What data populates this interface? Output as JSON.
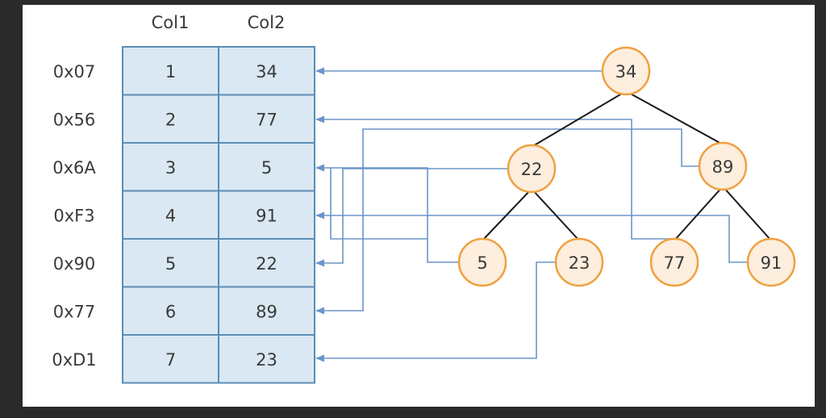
{
  "table": {
    "columns": [
      "Col1",
      "Col2"
    ],
    "rows": [
      {
        "address": "0x07",
        "col1": "1",
        "col2": "34"
      },
      {
        "address": "0x56",
        "col1": "2",
        "col2": "77"
      },
      {
        "address": "0x6A",
        "col1": "3",
        "col2": "5"
      },
      {
        "address": "0xF3",
        "col1": "4",
        "col2": "91"
      },
      {
        "address": "0x90",
        "col1": "5",
        "col2": "22"
      },
      {
        "address": "0x77",
        "col1": "6",
        "col2": "89"
      },
      {
        "address": "0xD1",
        "col1": "7",
        "col2": "23"
      }
    ]
  },
  "tree": {
    "nodes": [
      {
        "id": "n34",
        "label": "34",
        "level": 0,
        "row": 0
      },
      {
        "id": "n22",
        "label": "22",
        "level": 1,
        "row": 4
      },
      {
        "id": "n89",
        "label": "89",
        "level": 1,
        "row": 5
      },
      {
        "id": "n5",
        "label": "5",
        "level": 2,
        "row": 2
      },
      {
        "id": "n23",
        "label": "23",
        "level": 2,
        "row": 6
      },
      {
        "id": "n77",
        "label": "77",
        "level": 2,
        "row": 1
      },
      {
        "id": "n91",
        "label": "91",
        "level": 2,
        "row": 3
      }
    ],
    "edges": [
      [
        "n34",
        "n22"
      ],
      [
        "n34",
        "n89"
      ],
      [
        "n22",
        "n5"
      ],
      [
        "n22",
        "n23"
      ],
      [
        "n89",
        "n77"
      ],
      [
        "n89",
        "n91"
      ]
    ]
  },
  "colors": {
    "cell_fill": "#d9e8f2",
    "cell_stroke": "#5b8db6",
    "node_fill": "#fdeede",
    "node_stroke": "#f0a040",
    "pointer": "#6b95c9",
    "edge": "#1a1a1a"
  }
}
